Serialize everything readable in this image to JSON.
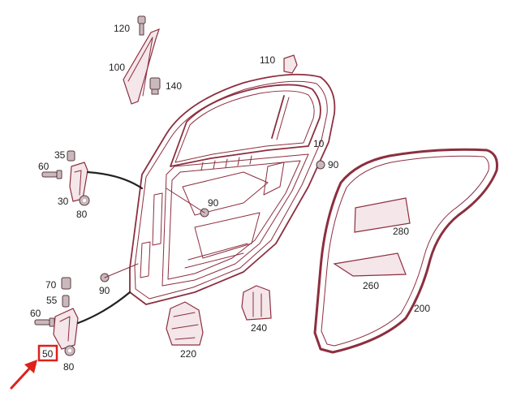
{
  "diagram": {
    "labels": {
      "p120": "120",
      "p100": "100",
      "p140": "140",
      "p110": "110",
      "p35": "35",
      "p60a": "60",
      "p30": "30",
      "p80a": "80",
      "p10": "10",
      "p90a": "90",
      "p90b": "90",
      "p90c": "90",
      "p280": "280",
      "p260": "260",
      "p200": "200",
      "p70": "70",
      "p55": "55",
      "p60b": "60",
      "p50": "50",
      "p80b": "80",
      "p220": "220",
      "p240": "240"
    },
    "highlight": {
      "label": "50",
      "color": "#e0201b"
    },
    "colors": {
      "outline": "#8c2f3f",
      "highlight": "#e0201b",
      "text": "#222222"
    }
  }
}
